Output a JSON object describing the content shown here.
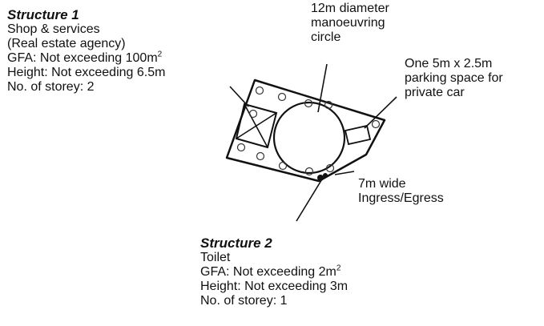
{
  "structure1": {
    "title": "Structure 1",
    "use": "Shop & services",
    "use_detail": "(Real estate agency)",
    "gfa_prefix": "GFA: Not exceeding 100m",
    "gfa_sup": "2",
    "height": "Height: Not exceeding 6.5m",
    "storeys": "No. of storey: 2"
  },
  "manoeuvring": {
    "line1": "12m diameter",
    "line2": "manoeuvring",
    "line3": "circle"
  },
  "parking": {
    "line1": "One 5m x 2.5m",
    "line2": "parking space for",
    "line3": "private car"
  },
  "access": {
    "line1": "7m wide",
    "line2": "Ingress/Egress"
  },
  "structure2": {
    "title": "Structure 2",
    "use": "Toilet",
    "gfa_prefix": "GFA: Not exceeding 2m",
    "gfa_sup": "2",
    "height": "Height: Not exceeding 3m",
    "storeys": "No. of storey: 1"
  }
}
